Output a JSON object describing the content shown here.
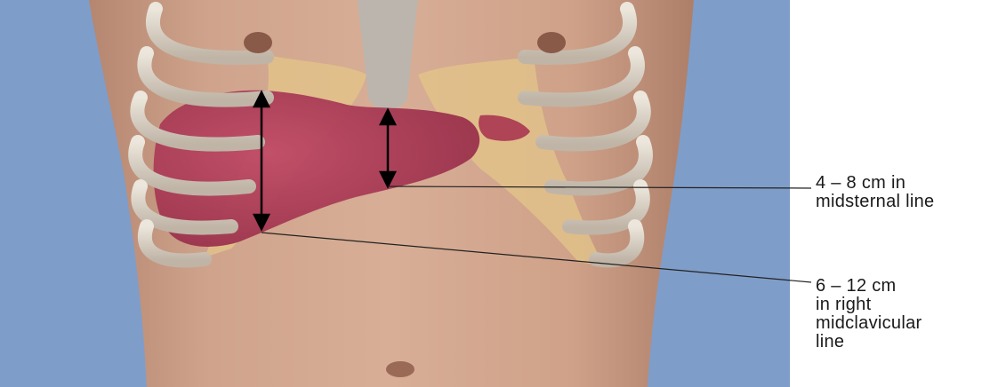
{
  "annotations": {
    "midsternal": {
      "line1": "4 – 8 cm in",
      "line2": "midsternal line"
    },
    "midclavicular": {
      "line1": "6 – 12 cm",
      "line2": "in right",
      "line3": "midclavicular",
      "line4": "line"
    }
  },
  "colors": {
    "background_blue": "#7f9dc9",
    "skin": "#c99b83",
    "liver": "#a8364f",
    "rib": "#d8cfc4",
    "cartilage": "#e2c28a",
    "sternum": "#b9b5ae",
    "label_text": "#1a1a1a"
  }
}
